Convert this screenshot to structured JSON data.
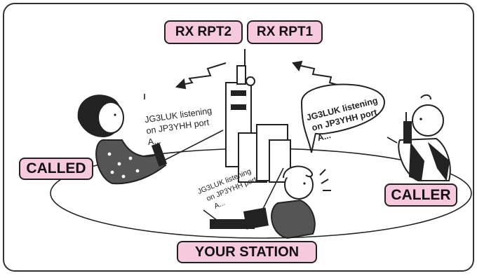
{
  "labels": {
    "rx_rpt2": "RX RPT2",
    "rx_rpt1": "RX RPT1",
    "called": "CALLED",
    "caller": "CALLER",
    "your_station": "YOUR STATION"
  },
  "messages": {
    "called_speech": [
      "JG3LUK listening",
      "on JP3YHH port",
      "A..."
    ],
    "caller_speech": [
      "JG3LUK listening",
      "on JP3YHH port",
      "A..."
    ],
    "your_station_speech": [
      "JG3LUK listening",
      "on JP3YHH port",
      "A..."
    ]
  },
  "colors": {
    "label_fill": "#f7c9dc",
    "line": "#222222",
    "frame": "#333333"
  }
}
